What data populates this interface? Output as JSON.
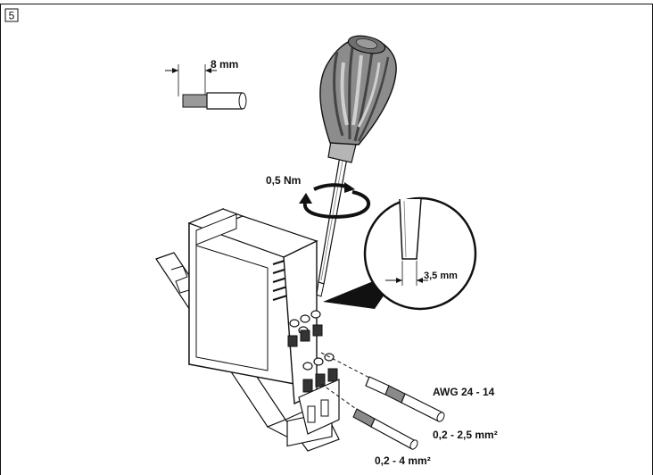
{
  "figure": {
    "step_number": "5"
  },
  "labels": {
    "strip_length": "8 mm",
    "torque": "0,5 Nm",
    "blade_width": "3,5 mm",
    "awg_range": "AWG 24 - 14",
    "cross_section_ferrule": "0,2 - 2,5 mm²",
    "cross_section_solid": "0,2 - 4 mm²"
  },
  "colors": {
    "line": "#111111",
    "handle_gray": "#8c8c8c",
    "handle_dark": "#555555",
    "housing_fill": "#ffffff",
    "shadow": "#d9d9d9"
  }
}
